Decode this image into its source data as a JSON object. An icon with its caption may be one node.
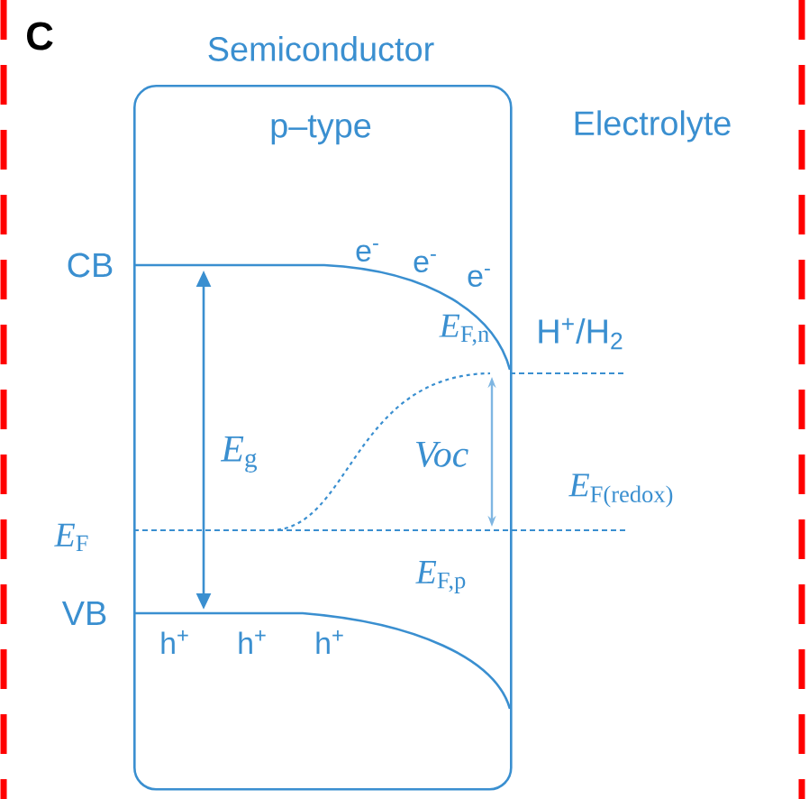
{
  "diagram": {
    "nodes": [
      {
        "text": [
          "Semiconductor",
          "p–type"
        ]
      }
    ],
    "edges": [],
    "labels": [
      "C",
      "Electrolyte",
      "CB",
      "e$^{-}$",
      "e$^{-}$",
      "e$^{-}$",
      "*E*$_{F,n}$",
      "H$^{+}$/H$_{2}$",
      "*E*$_{g}$",
      "Voc",
      "*E*$_{F(redox)}$",
      "*E*$_{F}$",
      "*E*$_{F,p}$",
      "VB",
      "h$^{+}$",
      "h$^{+}$",
      "h$^{+}$"
    ]
  }
}
